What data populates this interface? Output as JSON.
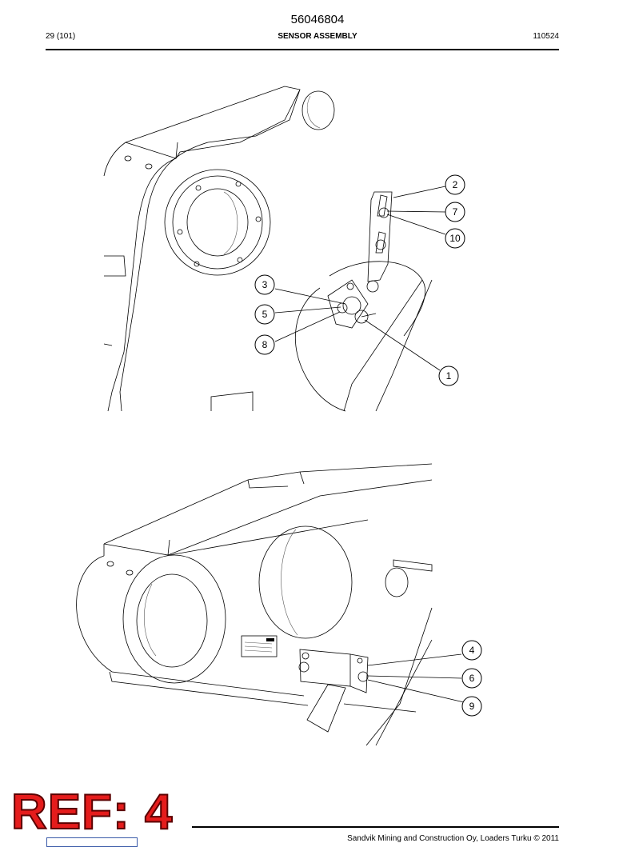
{
  "header": {
    "document_number": "56046804",
    "page": "29 (101)",
    "title": "SENSOR ASSEMBLY",
    "code": "110524"
  },
  "callouts_top": [
    "2",
    "7",
    "10",
    "3",
    "5",
    "8",
    "1"
  ],
  "callouts_bottom": [
    "4",
    "6",
    "9"
  ],
  "footer": {
    "copyright": "Sandvik Mining and Construction Oy, Loaders Turku © 2011"
  },
  "stamp": {
    "text": "REF: 4",
    "color": "#e51c1c"
  }
}
